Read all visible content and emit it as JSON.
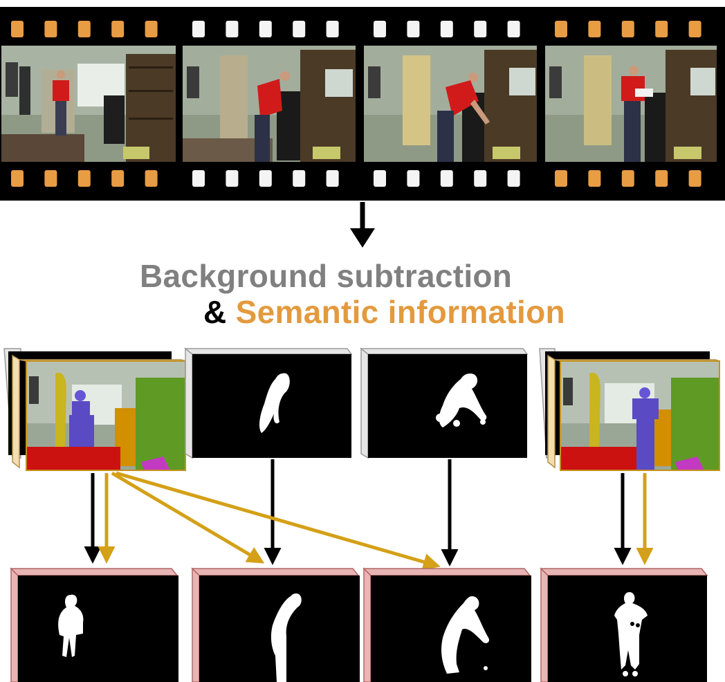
{
  "caption": {
    "line1": "Background subtraction",
    "ampersand": "&",
    "line2": "Semantic information"
  },
  "colors": {
    "film": "#000000",
    "sprocket_orange": "#e89c44",
    "sprocket_white": "#f4f4f4",
    "caption_gray": "#808080",
    "caption_orange": "#e39a3e",
    "arrow_black": "#000000",
    "arrow_gold": "#d4a017",
    "stack_gray": "#d9d9d9",
    "stack_yellow": "#f3deb0",
    "stack_pink": "#e8b4b4"
  },
  "film_frames": [
    {
      "sprockets": "orange",
      "scene": "man-entering"
    },
    {
      "sprockets": "white",
      "scene": "man-bending"
    },
    {
      "sprockets": "white",
      "scene": "man-reaching"
    },
    {
      "sprockets": "orange",
      "scene": "man-reading"
    }
  ],
  "middle_row": [
    {
      "kind": "semantic-segmentation"
    },
    {
      "kind": "foreground-mask"
    },
    {
      "kind": "foreground-mask"
    },
    {
      "kind": "semantic-segmentation"
    }
  ],
  "bottom_row": [
    {
      "kind": "refined-mask"
    },
    {
      "kind": "refined-mask"
    },
    {
      "kind": "refined-mask"
    },
    {
      "kind": "refined-mask"
    }
  ],
  "icons": [
    "down-arrow-icon",
    "film-strip-icon"
  ]
}
